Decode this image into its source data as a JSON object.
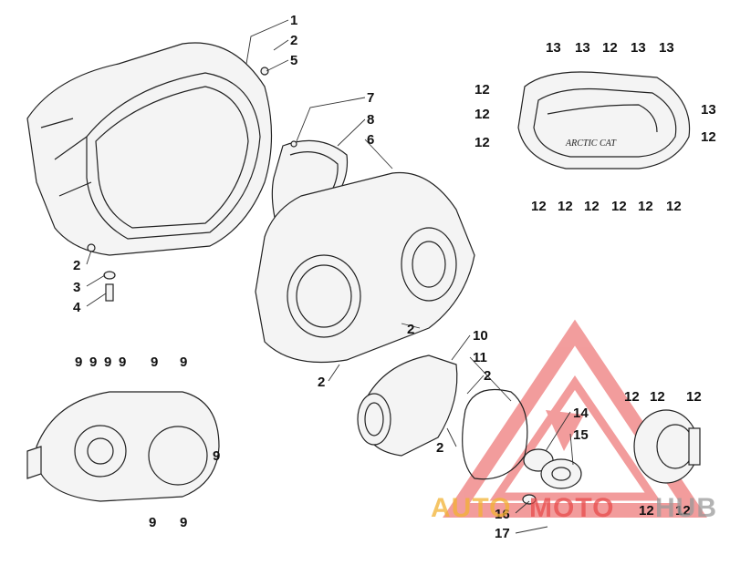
{
  "callouts": {
    "c1": "1",
    "c2a": "2",
    "c5": "5",
    "c2b": "2",
    "c3": "3",
    "c4": "4",
    "c7": "7",
    "c8": "8",
    "c6": "6",
    "c2c": "2",
    "c2d": "2",
    "c10": "10",
    "c11": "11",
    "c2e": "2",
    "c2f": "2",
    "c14": "14",
    "c15": "15",
    "c16": "16",
    "c17": "17",
    "c9a": "9",
    "c9b": "9",
    "c9c": "9",
    "c9d": "9",
    "c9e": "9",
    "c9f": "9",
    "c9g": "9",
    "c9h": "9",
    "c13a": "13",
    "c13b": "13",
    "c12a": "12",
    "c13c": "13",
    "c13d": "13",
    "c12b": "12",
    "c12c": "12",
    "c13e": "13",
    "c12d": "12",
    "c12e": "12",
    "c12f": "12",
    "c12g": "12",
    "c12h": "12",
    "c12i": "12",
    "c12j": "12",
    "c12k": "12",
    "c12l": "12",
    "c12m": "12",
    "c12n": "12",
    "c12o": "12",
    "c12p": "12"
  },
  "cover_logo_text": "ARCTIC CAT",
  "watermark": {
    "part1": "AUTO",
    "part2": "MOTO",
    "part3": "HUB",
    "color_orange": "#f2b233",
    "color_red": "#e84c4c",
    "color_gray": "#9a9a9a"
  }
}
